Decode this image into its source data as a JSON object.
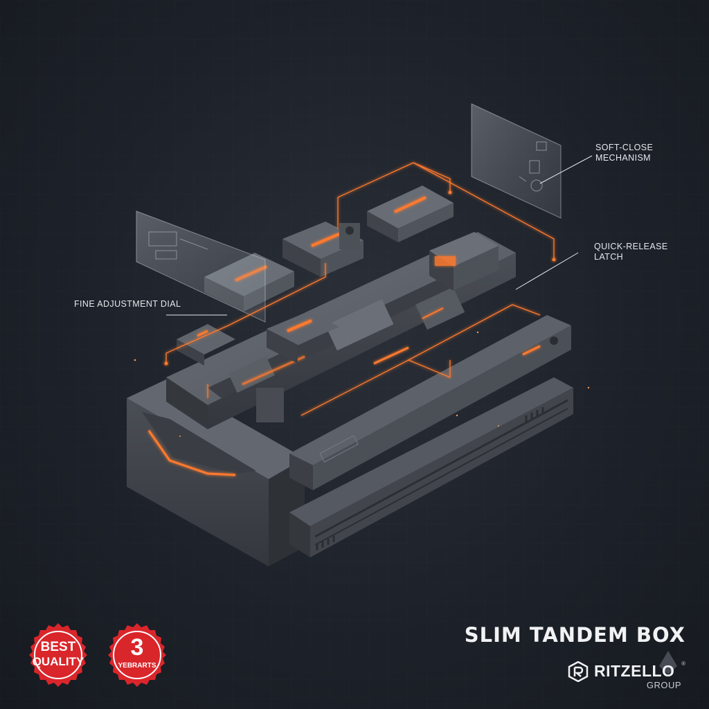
{
  "callouts": {
    "soft_close": [
      "SOFT-CLOSE",
      "MECHANISM"
    ],
    "quick_release": [
      "QUICK-RELEASE",
      "LATCH"
    ],
    "fine_adjustment": [
      "FINE ADJUSTMENT DIAL"
    ]
  },
  "product": {
    "title": "SLIM TANDEM BOX"
  },
  "brand": {
    "name": "RITZELLO",
    "sub": "GROUP",
    "mark": "®"
  },
  "badges": {
    "quality": {
      "line1": "BEST",
      "line2": "QUALITY"
    },
    "warranty": {
      "number": "3",
      "label": "YEBRARTS"
    }
  },
  "colors": {
    "background": "#1d2129",
    "accent_glow": "#ff7a2e",
    "metal": "#5b6068",
    "badge_red": "#d9262b",
    "text": "#e6e8ec"
  },
  "icons": {
    "brand_logo": "hexagon-r-icon",
    "quality_badge": "seal-badge-icon",
    "warranty_badge": "seal-badge-icon",
    "diamond": "diamond-icon"
  }
}
